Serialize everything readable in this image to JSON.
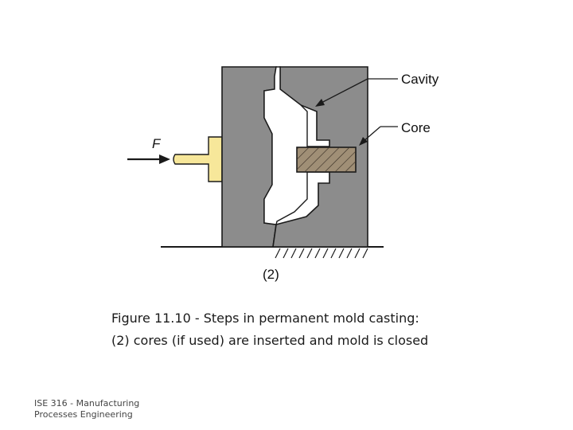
{
  "diagram": {
    "labels": {
      "cavity": "Cavity",
      "core": "Core",
      "force": "F",
      "step": "(2)"
    },
    "colors": {
      "mold": "#8c8c8c",
      "mold_outline": "#1a1a1a",
      "core_fill": "#a08f76",
      "ejector": "#f7e79a",
      "cavity": "#ffffff"
    }
  },
  "caption": {
    "line1": "Figure 11.10 ‑ Steps in permanent mold casting:",
    "line2": "(2) cores (if used) are inserted and mold is closed"
  },
  "footer": {
    "line1": "ISE 316 ‑ Manufacturing",
    "line2": "Processes Engineering"
  }
}
